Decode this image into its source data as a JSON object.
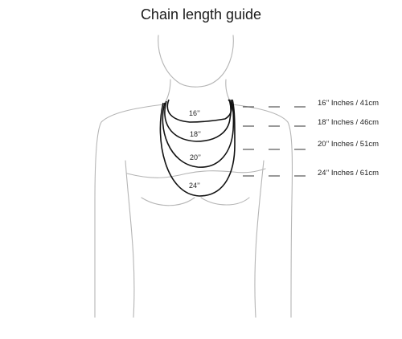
{
  "title": "Chain length guide",
  "chains": [
    {
      "label": "16’’",
      "length_in": 16,
      "legend": "16’’ Inches / 41cm"
    },
    {
      "label": "18’’",
      "length_in": 18,
      "legend": "18’’ Inches / 46cm"
    },
    {
      "label": "20’’",
      "length_in": 20,
      "legend": "20’’ Inches / 51cm"
    },
    {
      "label": "24’’",
      "length_in": 24,
      "legend": "24’’ Inches / 61cm"
    }
  ]
}
